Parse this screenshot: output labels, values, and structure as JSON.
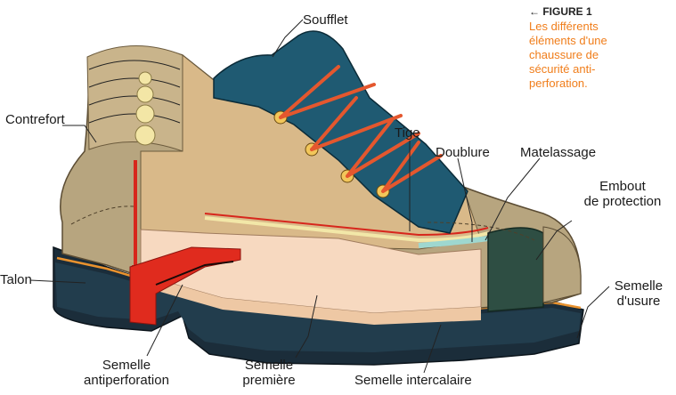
{
  "figure": {
    "number": "← FIGURE 1",
    "caption": "Les différents\néléments d'une\nchaussure de\nsécurité anti-\nperforation."
  },
  "labels": {
    "soufflet": "Soufflet",
    "contrefort": "Contrefort",
    "tige": "Tige",
    "doublure": "Doublure",
    "matelassage": "Matelassage",
    "embout_line1": "Embout",
    "embout_line2": "de protection",
    "talon": "Talon",
    "semelle_usure_line1": "Semelle",
    "semelle_usure_line2": "d'usure",
    "semelle_antiperforation_line1": "Semelle",
    "semelle_antiperforation_line2": "antiperforation",
    "semelle_premiere_line1": "Semelle",
    "semelle_premiere_line2": "première",
    "semelle_intercalaire": "Semelle intercalaire"
  },
  "colors": {
    "caption": "#f07d1a",
    "leather": "#b7a57f",
    "lining": "#d9b989",
    "collar": "#1f5a72",
    "laces": "#e4572e",
    "sole": "#1b2d3a",
    "midsole": "#f7d9c0",
    "antiperforation": "#e02b1e",
    "toecap": "#2e4e43"
  }
}
